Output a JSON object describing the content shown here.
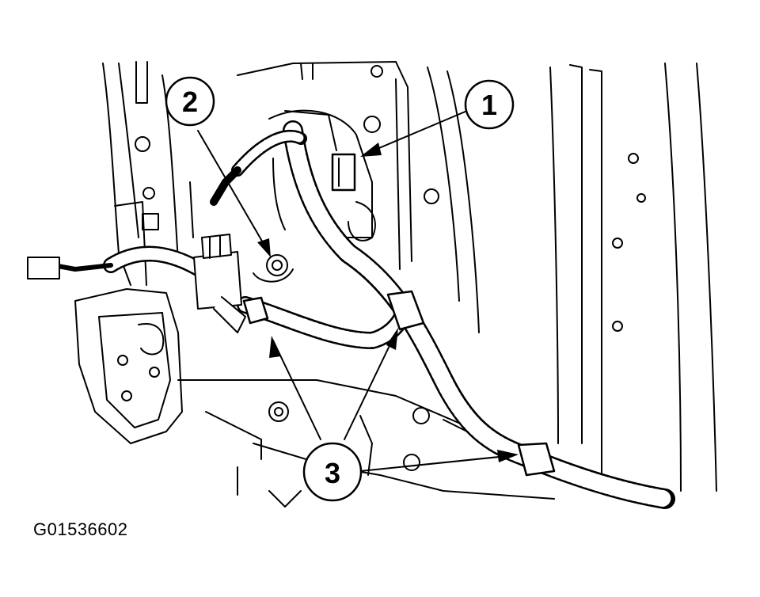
{
  "figure_id": "G01536602",
  "callouts": [
    {
      "label": "1"
    },
    {
      "label": "2"
    },
    {
      "label": "3"
    }
  ]
}
